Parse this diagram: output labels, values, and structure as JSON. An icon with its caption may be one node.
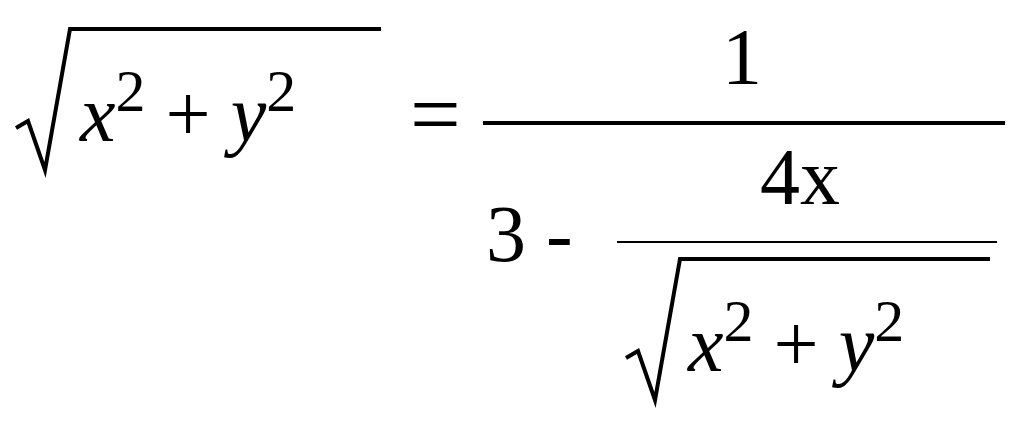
{
  "diagram": {
    "labels": [
      "*x*$^{2}$ + *y*$^{2}$",
      "=",
      "1",
      "4x",
      "3 -",
      "*x*$^{2}$ + *y*$^{2}$"
    ]
  }
}
